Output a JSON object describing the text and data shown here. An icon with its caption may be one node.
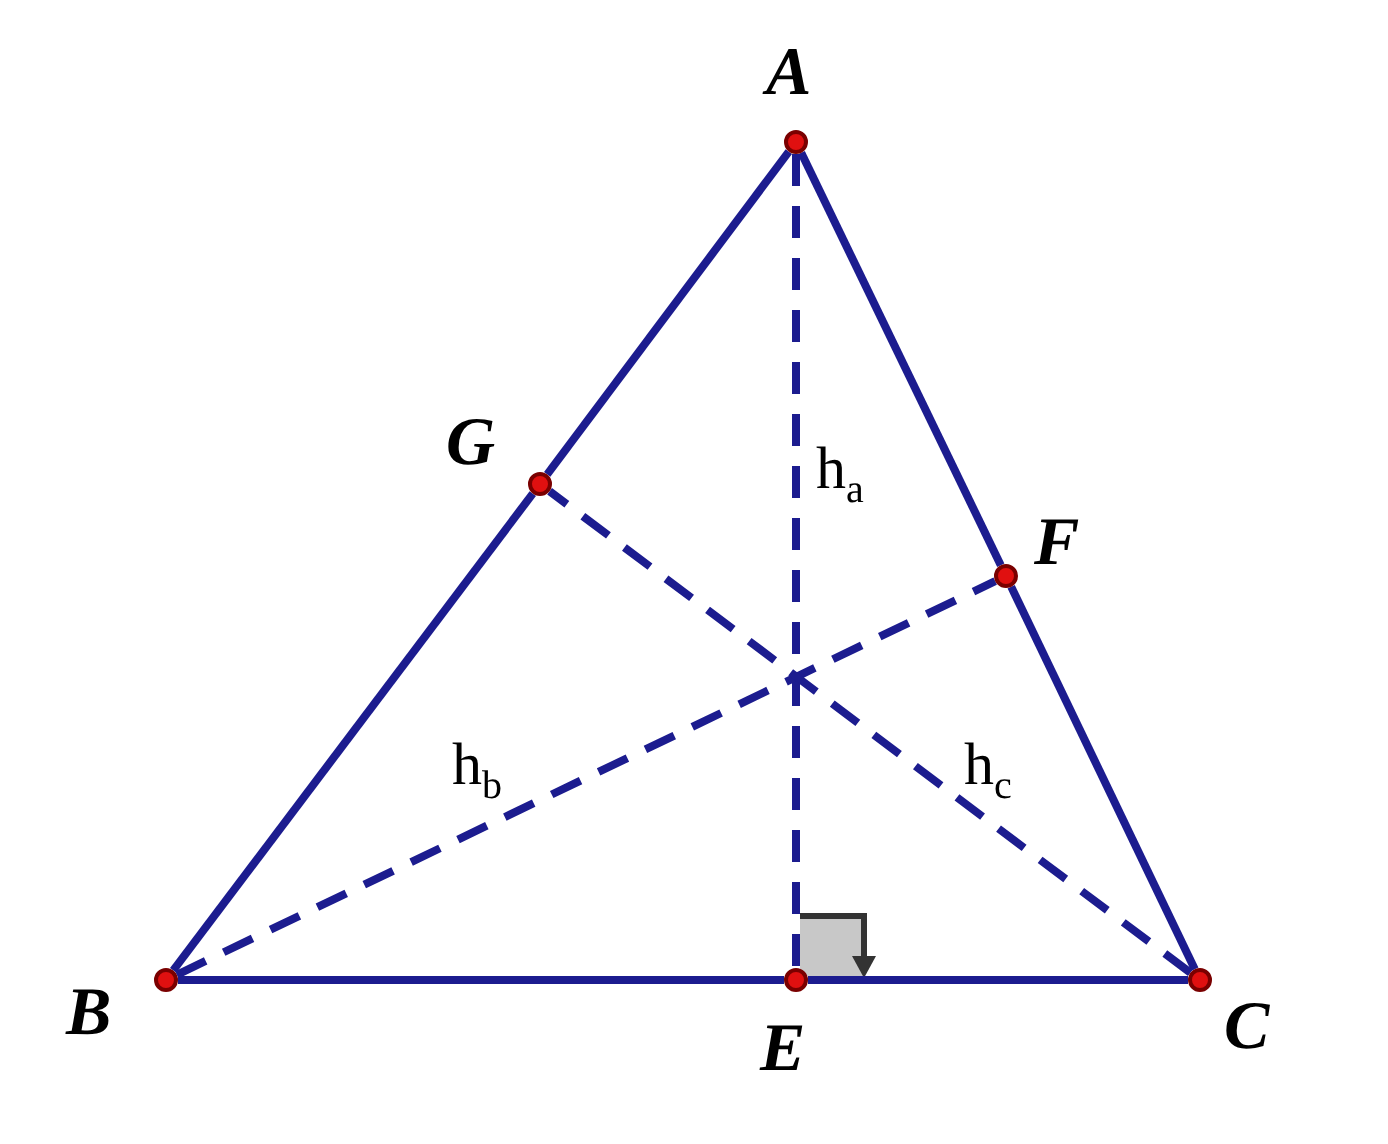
{
  "diagram": {
    "nodes": [
      {
        "text": [],
        "shape": "circle",
        "beside": [
          "A"
        ]
      },
      {
        "text": [],
        "shape": "circle",
        "beside": [
          "G"
        ]
      },
      {
        "text": [],
        "shape": "circle",
        "beside": [
          "F"
        ]
      },
      {
        "text": [],
        "shape": "circle",
        "beside": [
          "B"
        ]
      },
      {
        "text": [],
        "shape": "circle",
        "beside": [
          "E"
        ]
      },
      {
        "text": [],
        "shape": "circle",
        "beside": [
          "C"
        ]
      }
    ],
    "edges": [
      {
        "from": 0,
        "to": 1,
        "arrow": "none"
      },
      {
        "from": 1,
        "to": 3,
        "arrow": "none"
      },
      {
        "from": 0,
        "to": 2,
        "arrow": "none"
      },
      {
        "from": 2,
        "to": 5,
        "arrow": "none"
      },
      {
        "from": 3,
        "to": 4,
        "arrow": "none"
      },
      {
        "from": 4,
        "to": 5,
        "arrow": "none"
      },
      {
        "from": 0,
        "to": 4,
        "arrow": "none",
        "style": "dashed"
      },
      {
        "from": 3,
        "to": 2,
        "arrow": "none",
        "style": "dashed"
      },
      {
        "from": 5,
        "to": 1,
        "arrow": "none",
        "style": "dashed"
      }
    ],
    "labels": [
      "h$_{a}$",
      "h$_{b}$",
      "h$_{c}$"
    ]
  }
}
